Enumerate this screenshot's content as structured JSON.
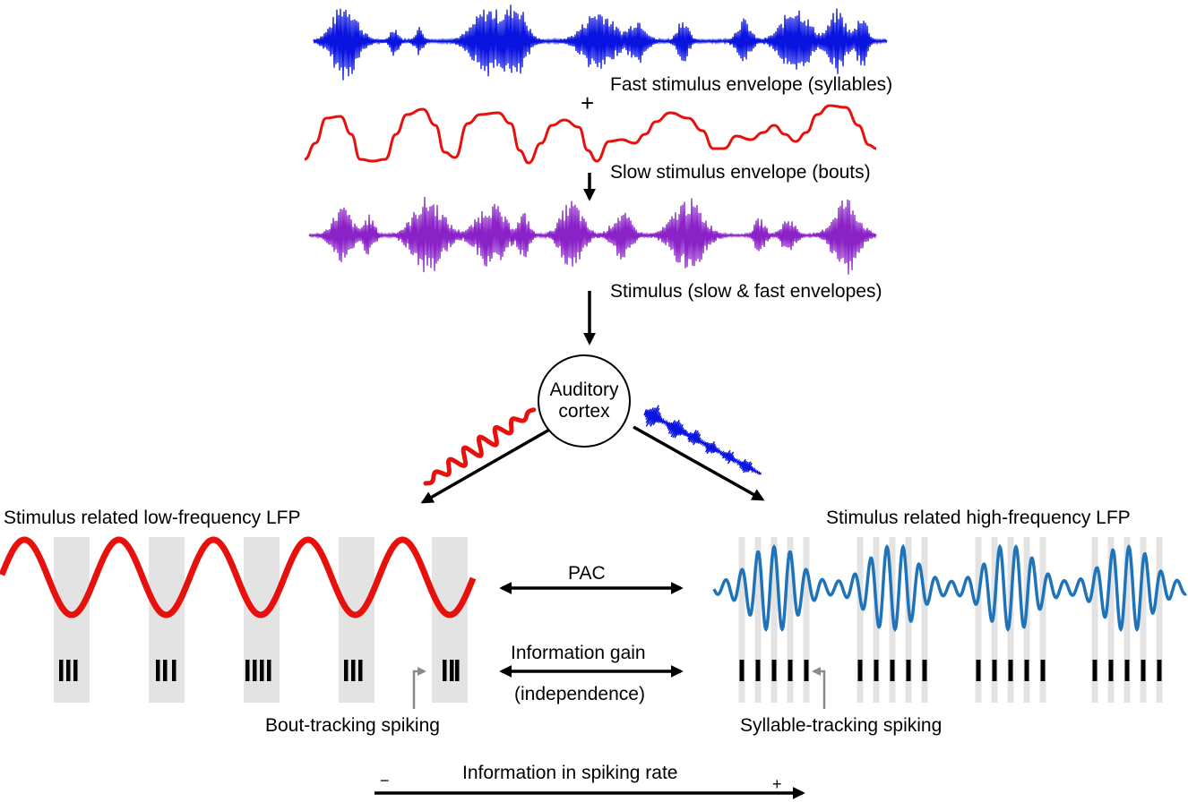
{
  "colors": {
    "fast": "#0a14e0",
    "slow": "#e8100c",
    "stimulus": "#8a22c8",
    "high_lfp": "#1f73b8",
    "band": "#e3e3e3",
    "spike": "#000000",
    "pointer": "#8a8a8a"
  },
  "labels": {
    "fast_envelope": "Fast stimulus envelope (syllables)",
    "plus_sign": "+",
    "slow_envelope": "Slow stimulus envelope (bouts)",
    "stimulus": "Stimulus (slow & fast envelopes)",
    "node_line1": "Auditory",
    "node_line2": "cortex",
    "low_lfp": "Stimulus related low-frequency LFP",
    "high_lfp": "Stimulus related high-frequency LFP",
    "pac": "PAC",
    "info_gain": "Information gain",
    "independence": "(independence)",
    "bout_spiking": "Bout-tracking spiking",
    "syllable_spiking": "Syllable-tracking spiking",
    "info_rate": "Information in spiking rate",
    "minus_sign": "−",
    "plus_end": "+"
  }
}
